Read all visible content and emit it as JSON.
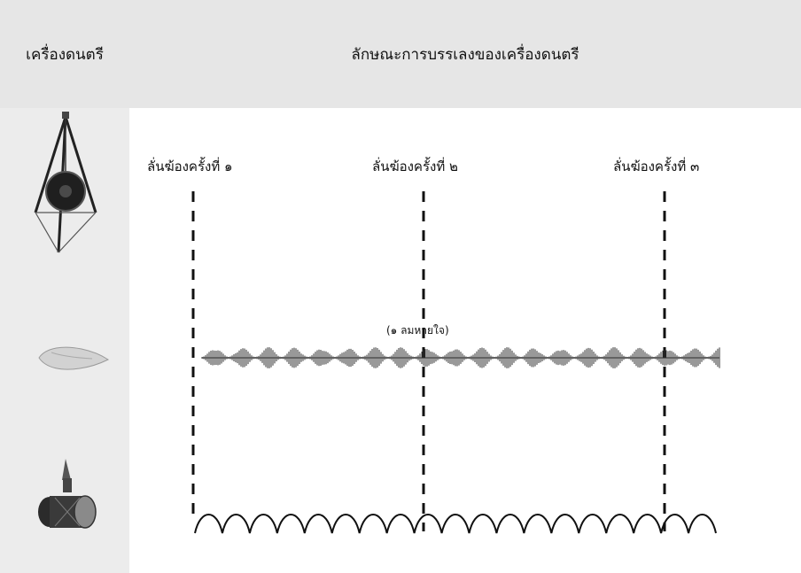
{
  "header": {
    "instrument_col": "เครื่องดนตรี",
    "pattern_col": "ลักษณะการบรรเลงของเครื่องดนตรี"
  },
  "instruments": [
    {
      "icon": "gong-icon"
    },
    {
      "icon": "conch-shell-icon"
    },
    {
      "icon": "hand-drum-icon"
    }
  ],
  "strikes": [
    {
      "label": "ลั่นฆ้องครั้งที่ ๑"
    },
    {
      "label": "ลั่นฆ้องครั้งที่ ๒"
    },
    {
      "label": "ลั่นฆ้องครั้งที่ ๓"
    }
  ],
  "conch": {
    "breath_label": "(๑ ลมหายใจ)"
  },
  "colors": {
    "header_bg": "#e6e6e6",
    "sidebar_bg": "#ececec",
    "ink": "#111111"
  }
}
